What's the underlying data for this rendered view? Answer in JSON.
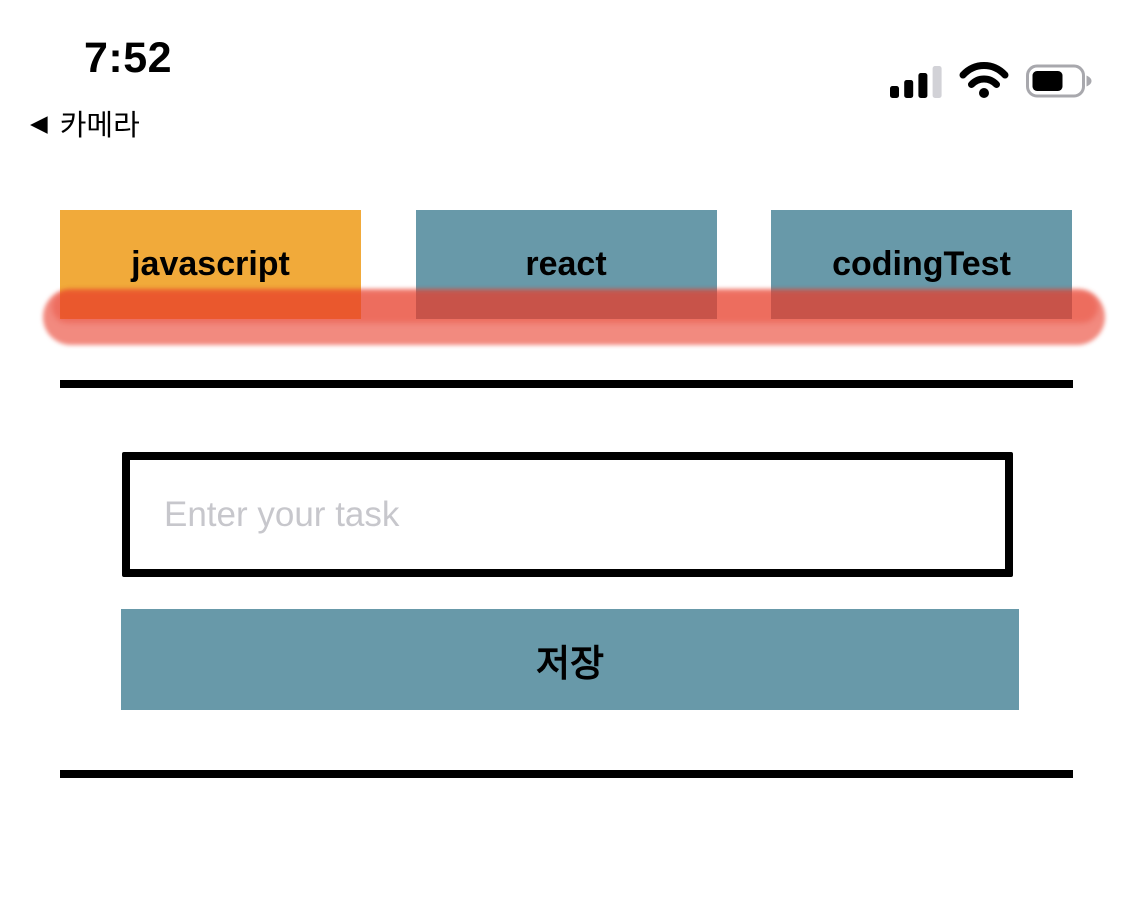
{
  "status_bar": {
    "time": "7:52",
    "back_to_app": {
      "icon": "back-triangle",
      "app_name": "카메라"
    },
    "cellular_signal": {
      "bars_filled": 3,
      "bars_total": 4
    },
    "wifi": "connected",
    "battery_level_percent": 60
  },
  "tabs": [
    {
      "label": "javascript",
      "active": true
    },
    {
      "label": "react",
      "active": false
    },
    {
      "label": "codingTest",
      "active": false
    }
  ],
  "annotation": {
    "type": "hand-drawn red marker highlight under tabs",
    "color": "#E8432D"
  },
  "task_form": {
    "task_input": {
      "value": "",
      "placeholder": "Enter your task"
    },
    "save_button_label": "저장"
  },
  "colors": {
    "active_tab_bg": "#F1AA3A",
    "inactive_tab_bg": "#6899A9",
    "save_button_bg": "#6899A9",
    "marker_highlight": "#E8432D",
    "divider": "#000000",
    "input_border": "#000000",
    "placeholder_text": "#C7C7CC"
  }
}
